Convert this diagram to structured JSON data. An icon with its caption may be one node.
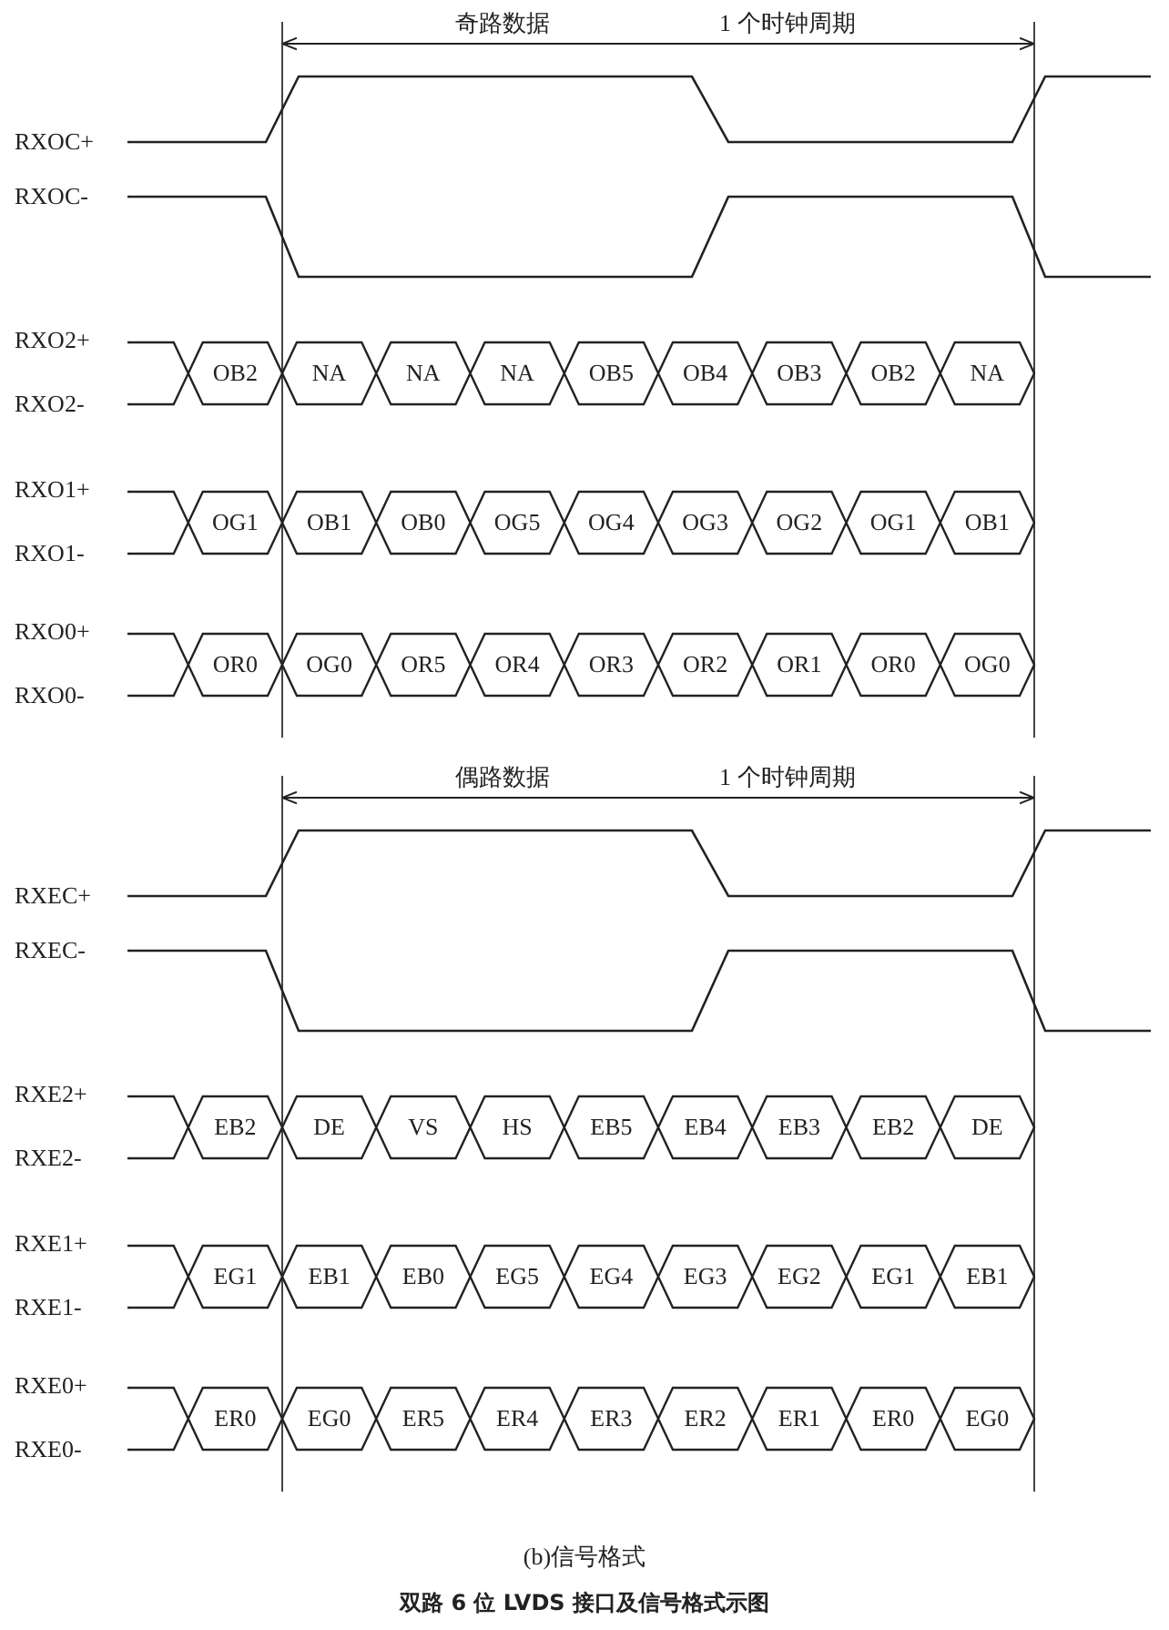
{
  "diagram": {
    "caption": "双路 6 位 LVDS 接口及信号格式示图",
    "labels": [
      "奇路数据",
      "1 个时钟周期",
      "RXOC+",
      "RXOC-",
      "RXO2+",
      "OB2",
      "NA",
      "NA",
      "NA",
      "OB5",
      "OB4",
      "OB3",
      "OB2",
      "NA",
      "RXO2-",
      "RXO1+",
      "OG1",
      "OB1",
      "OB0",
      "OG5",
      "OG4",
      "OG3",
      "OG2",
      "OG1",
      "OB1",
      "RXO1-",
      "RXO0+",
      "OR0",
      "OG0",
      "OR5",
      "OR4",
      "OR3",
      "OR2",
      "OR1",
      "OR0",
      "OG0",
      "RXO0-",
      "偶路数据",
      "1 个时钟周期",
      "RXEC+",
      "RXEC-",
      "RXE2+",
      "EB2",
      "DE",
      "VS",
      "HS",
      "EB5",
      "EB4",
      "EB3",
      "EB2",
      "DE",
      "RXE2-",
      "RXE1+",
      "EG1",
      "EB1",
      "EB0",
      "EG5",
      "EG4",
      "EG3",
      "EG2",
      "EG1",
      "EB1",
      "RXE1-",
      "RXE0+",
      "ER0",
      "EG0",
      "ER5",
      "ER4",
      "ER3",
      "ER2",
      "ER1",
      "ER0",
      "EG0",
      "RXE0-",
      "(b)信号格式"
    ]
  }
}
